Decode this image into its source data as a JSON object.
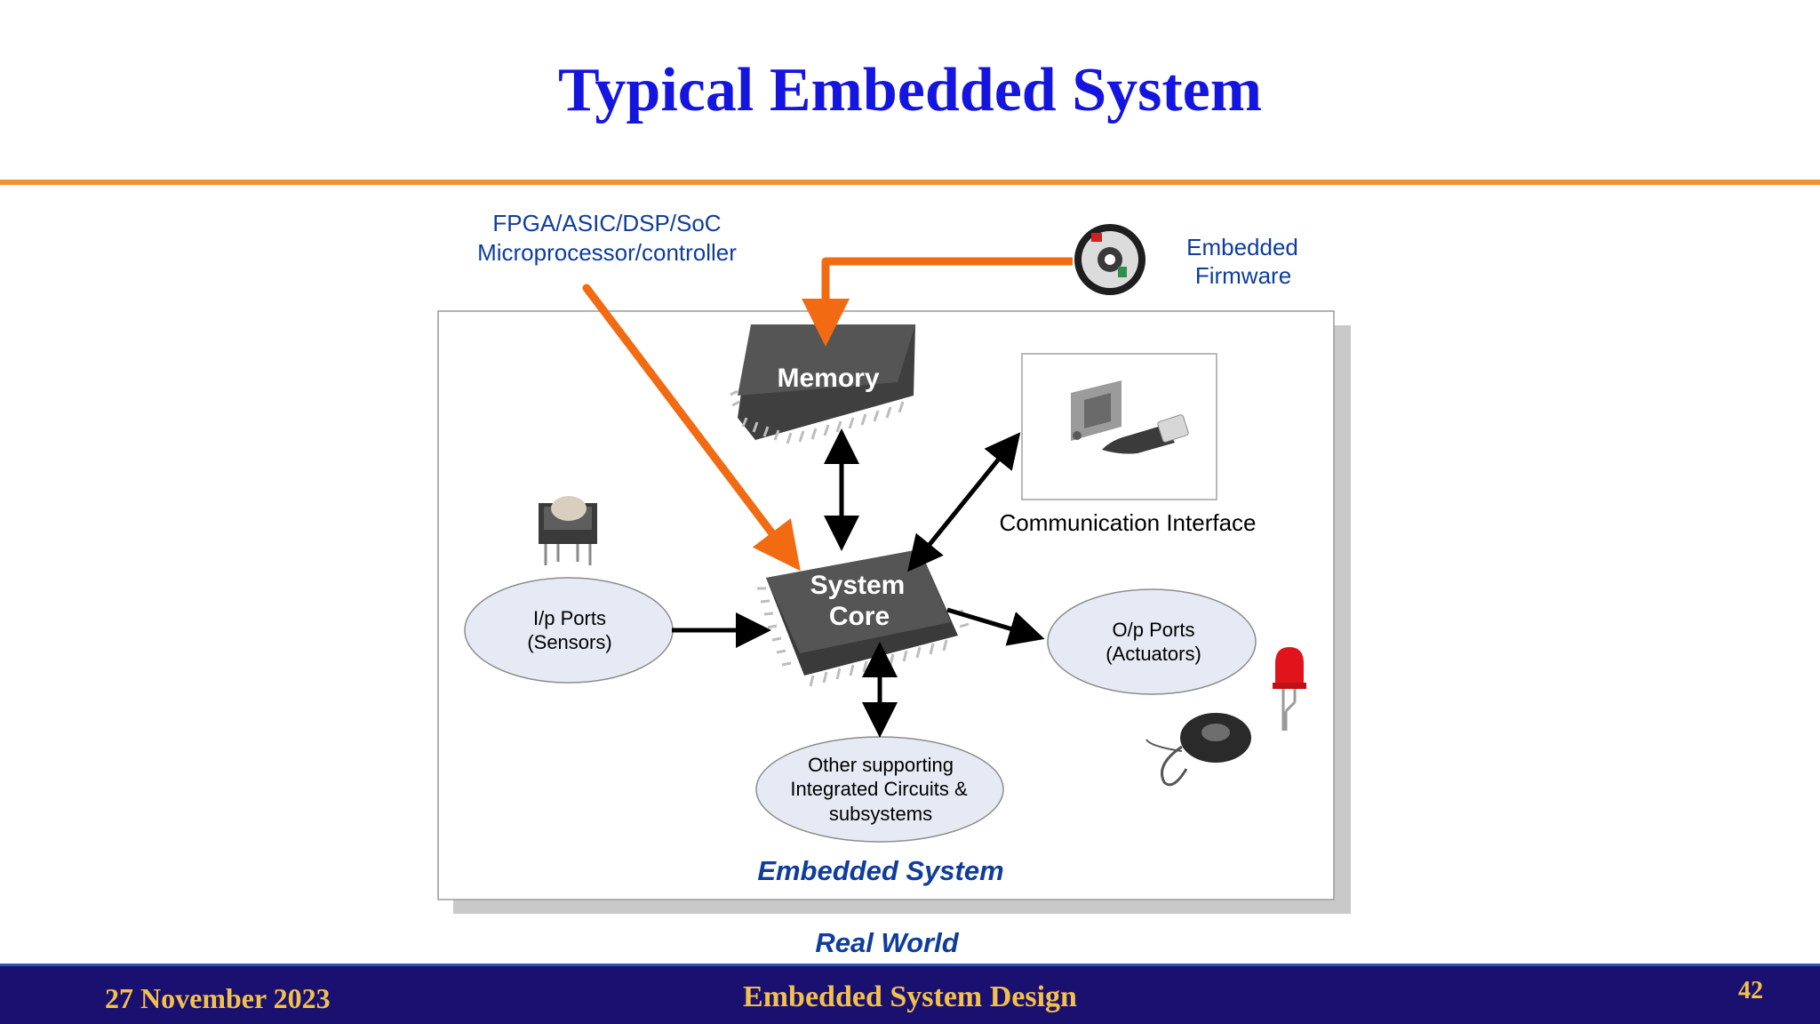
{
  "slide": {
    "title": "Typical Embedded System"
  },
  "diagram": {
    "processor_label_line1": "FPGA/ASIC/DSP/SoC",
    "processor_label_line2": "Microprocessor/controller",
    "firmware_label_line1": "Embedded",
    "firmware_label_line2": "Firmware",
    "memory_label": "Memory",
    "core_label_line1": "System",
    "core_label_line2": "Core",
    "comm_label": "Communication Interface",
    "input_label_line1": "I/p Ports",
    "input_label_line2": "(Sensors)",
    "output_label_line1": "O/p Ports",
    "output_label_line2": "(Actuators)",
    "support_label_line1": "Other supporting",
    "support_label_line2": "Integrated Circuits &",
    "support_label_line3": "subsystems",
    "embedded_system_label": "Embedded System",
    "real_world_label": "Real World",
    "colors": {
      "orange_arrow": "#f26b13",
      "label_blue": "#0f3d9c",
      "chip": "#4a4a4a",
      "ellipse_fill": "#e6eaf4"
    }
  },
  "footer": {
    "date": "27 November 2023",
    "course": "Embedded System Design",
    "page": "42"
  }
}
